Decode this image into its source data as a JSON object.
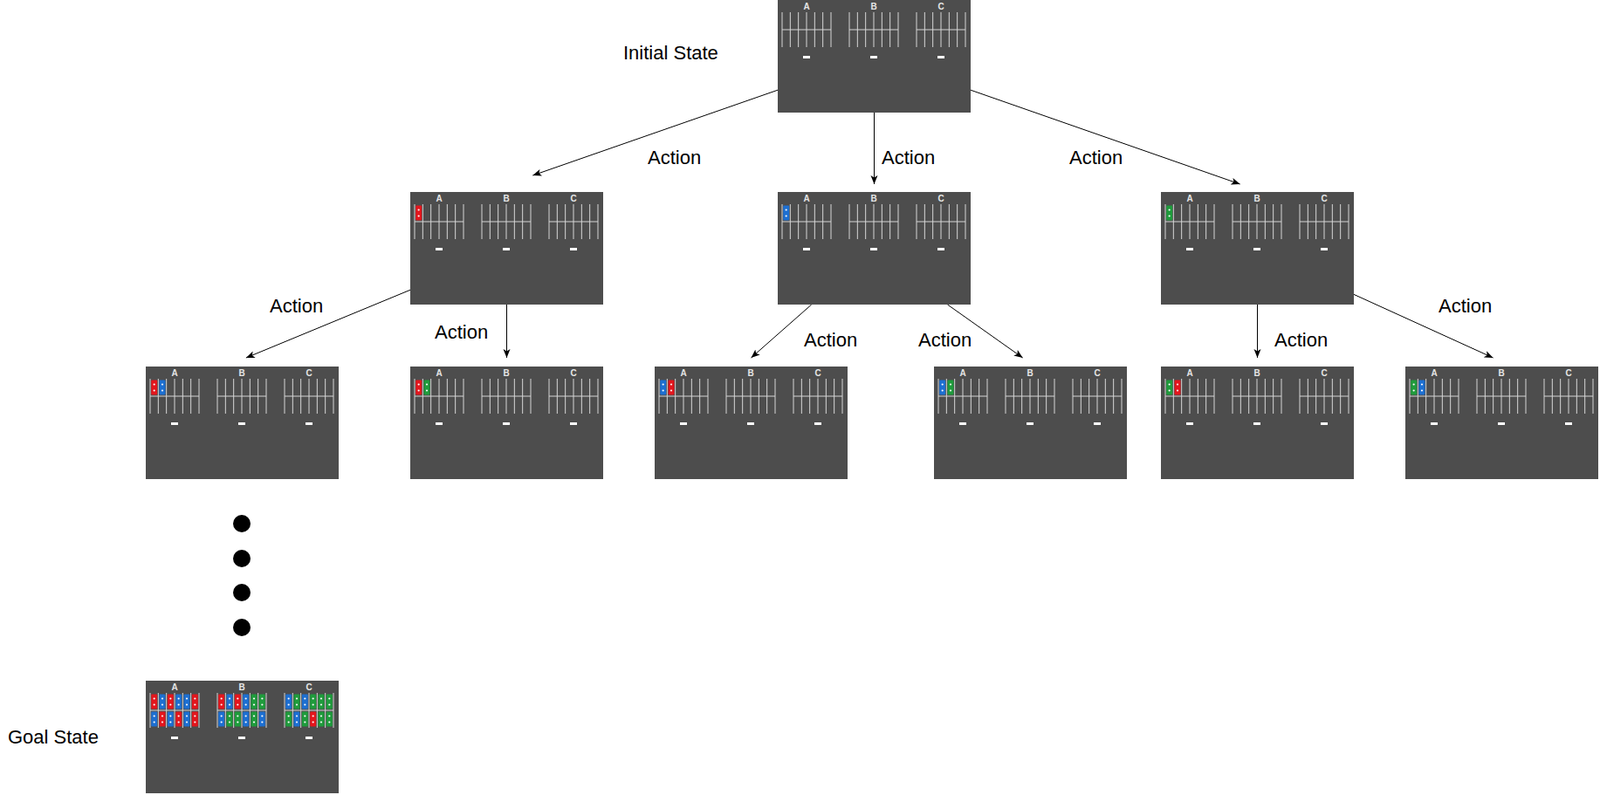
{
  "diagram": {
    "nodes": [
      {
        "text": [
          "Initial State",
          "A",
          "B",
          "C"
        ]
      },
      {
        "text": [
          "A",
          "B",
          "C"
        ]
      },
      {
        "text": [
          "A",
          "B",
          "C"
        ]
      },
      {
        "text": [
          "A",
          "B",
          "C"
        ]
      },
      {
        "text": [
          "A",
          "B",
          "C"
        ]
      },
      {
        "text": [
          "A",
          "B",
          "C"
        ]
      },
      {
        "text": [
          "A",
          "B",
          "C"
        ]
      },
      {
        "text": [
          "A",
          "B",
          "C"
        ]
      },
      {
        "text": [
          "A",
          "B",
          "C"
        ]
      },
      {
        "text": [
          "A",
          "B",
          "C"
        ]
      },
      {
        "text": [
          "Goal State",
          "A",
          "B",
          "C"
        ]
      }
    ],
    "edges": [
      {
        "from": 0,
        "to": 1,
        "label": "Action",
        "arrow": "to"
      },
      {
        "from": 0,
        "to": 2,
        "label": "Action",
        "arrow": "to"
      },
      {
        "from": 0,
        "to": 3,
        "label": "Action",
        "arrow": "to"
      },
      {
        "from": 1,
        "to": 4,
        "label": "Action",
        "arrow": "to"
      },
      {
        "from": 1,
        "to": 5,
        "label": "Action",
        "arrow": "to"
      },
      {
        "from": 2,
        "to": 6,
        "label": "Action",
        "arrow": "to"
      },
      {
        "from": 2,
        "to": 7,
        "label": "Action",
        "arrow": "to"
      },
      {
        "from": 3,
        "to": 8,
        "label": "Action",
        "arrow": "to"
      },
      {
        "from": 3,
        "to": 9,
        "label": "Action",
        "arrow": "to"
      }
    ]
  }
}
